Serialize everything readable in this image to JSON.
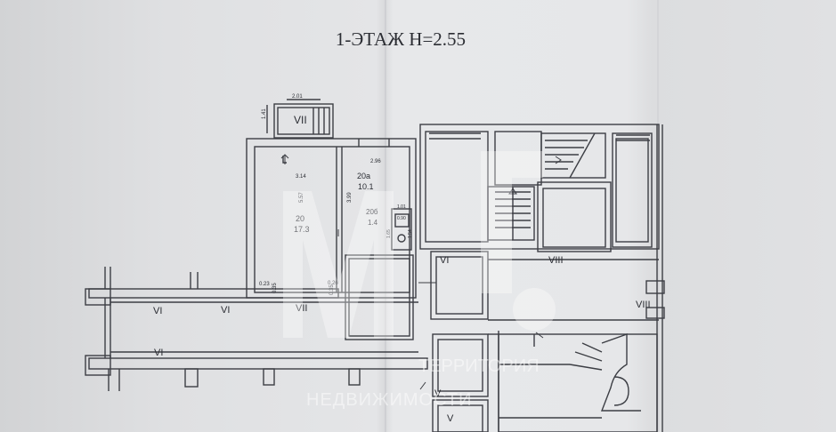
{
  "plan": {
    "title": "1-ЭТАЖ  Н=2.55",
    "watermark": {
      "line1": "ТЕРРИТОРИЯ",
      "line2": "НЕДВИЖИМОСТИ"
    },
    "room_labels": {
      "vii_top": "VII",
      "vii_bottom": "VII",
      "vi_right": "VI",
      "vi_left1": "VI",
      "vi_left2": "VI",
      "vi_left3": "VI",
      "viii_top": "VIII",
      "viii_right": "VIII",
      "v_1": "V",
      "v_2": "V"
    },
    "rooms": {
      "r20_num": "20",
      "r20_area": "17.3",
      "r20a_num": "20а",
      "r20a_area": "10.1",
      "r20b_num": "20б",
      "r20b_area": "1.4"
    },
    "dimensions": {
      "d201": "2.01",
      "d141": "1.41",
      "d314": "3.14",
      "d557": "5.57",
      "d296": "2.96",
      "d399": "3.99",
      "d101": "1.01",
      "d090": "0.90",
      "d154": "1.54",
      "d165": "1.65",
      "d023": "0.23",
      "d035a": "0.35",
      "d026": "0.26",
      "d035b": "0.35"
    }
  }
}
